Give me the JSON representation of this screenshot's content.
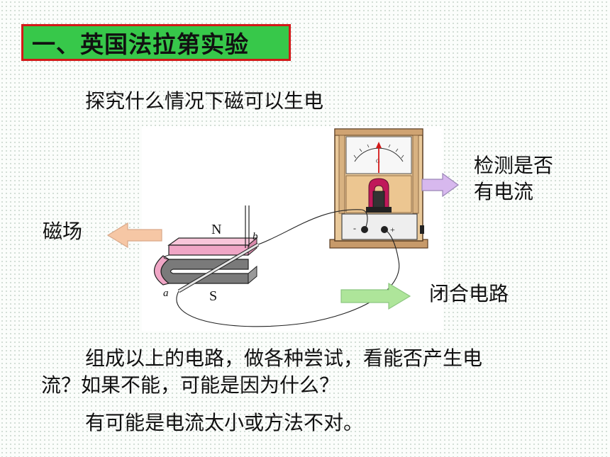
{
  "title": "一、英国法拉第实验",
  "subtitle": "探究什么情况下磁可以生电",
  "labels": {
    "detect_line1": "检测是否",
    "detect_line2": "有电流",
    "magnet": "磁场",
    "circuit": "闭合电路"
  },
  "diagram": {
    "north": "N",
    "south": "S",
    "point_a": "a",
    "point_b": "b",
    "meter_letter": "G",
    "terminal_minus": "-",
    "terminal_plus": "+"
  },
  "question_line1": "组成以上的电路，做各种尝试，看能否产生电",
  "question_line2": "流？如果不能，可能是因为什么？",
  "answer": "有可能是电流太小或方法不对。",
  "colors": {
    "title_bg": "#37c84a",
    "title_border": "#d41818",
    "magnet_pink": "#f0a6c6",
    "arrow_purple": "#d7b8ee",
    "arrow_orange": "#f6c7a5",
    "arrow_green": "#aee59a"
  }
}
